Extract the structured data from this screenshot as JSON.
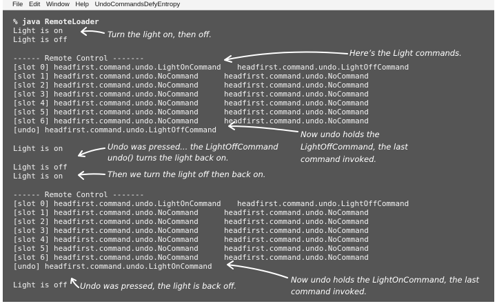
{
  "menubar": {
    "items": [
      "File",
      "Edit",
      "Window",
      "Help",
      "UndoCommandsDefyEntropy"
    ]
  },
  "console": {
    "command": "% java RemoteLoader",
    "light_on": "Light is on",
    "light_off": "Light is off",
    "header": "------ Remote Control -------",
    "block1": [
      [
        "[slot 0] headfirst.command.undo.LightOnCommand",
        "headfirst.command.undo.LightOffCommand"
      ],
      [
        "[slot 1] headfirst.command.undo.NoCommand",
        "headfirst.command.undo.NoCommand"
      ],
      [
        "[slot 2] headfirst.command.undo.NoCommand",
        "headfirst.command.undo.NoCommand"
      ],
      [
        "[slot 3] headfirst.command.undo.NoCommand",
        "headfirst.command.undo.NoCommand"
      ],
      [
        "[slot 4] headfirst.command.undo.NoCommand",
        "headfirst.command.undo.NoCommand"
      ],
      [
        "[slot 5] headfirst.command.undo.NoCommand",
        "headfirst.command.undo.NoCommand"
      ],
      [
        "[slot 6] headfirst.command.undo.NoCommand",
        "headfirst.command.undo.NoCommand"
      ]
    ],
    "undo1": "[undo] headfirst.command.undo.LightOffCommand",
    "block2": [
      [
        "[slot 0] headfirst.command.undo.LightOnCommand",
        "headfirst.command.undo.LightOffCommand"
      ],
      [
        "[slot 1] headfirst.command.undo.NoCommand",
        "headfirst.command.undo.NoCommand"
      ],
      [
        "[slot 2] headfirst.command.undo.NoCommand",
        "headfirst.command.undo.NoCommand"
      ],
      [
        "[slot 3] headfirst.command.undo.NoCommand",
        "headfirst.command.undo.NoCommand"
      ],
      [
        "[slot 4] headfirst.command.undo.NoCommand",
        "headfirst.command.undo.NoCommand"
      ],
      [
        "[slot 5] headfirst.command.undo.NoCommand",
        "headfirst.command.undo.NoCommand"
      ],
      [
        "[slot 6] headfirst.command.undo.NoCommand",
        "headfirst.command.undo.NoCommand"
      ]
    ],
    "undo2": "[undo] headfirst.command.undo.LightOnCommand"
  },
  "annotations": {
    "a1": "Turn the light on, then off.",
    "a2": "Here’s the Light commands.",
    "a3": [
      "Now undo holds the",
      "LightOffCommand, the last",
      "command invoked."
    ],
    "a4": [
      "Undo was pressed... the LightOffCommand",
      "undo() turns the light back on."
    ],
    "a5": "Then we turn the light off then back on.",
    "a6": [
      "Now undo holds the LightOnCommand, the last",
      "command invoked."
    ],
    "a7": "Undo was pressed, the light is back off."
  },
  "colors": {
    "terminal_bg": "#555555",
    "text": "#f2f2f2",
    "menubar_bg": "#f4f4f4"
  }
}
